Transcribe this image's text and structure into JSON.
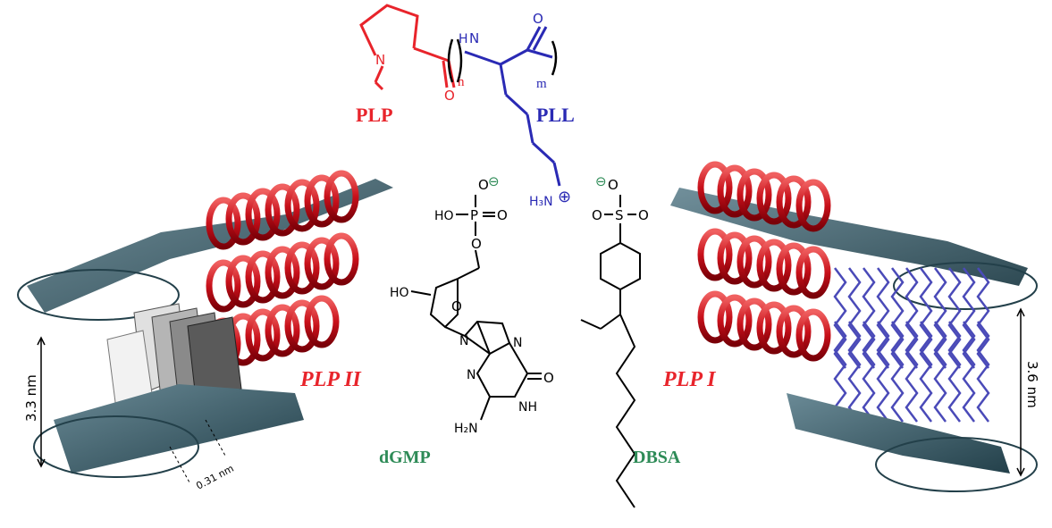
{
  "colors": {
    "plp": "#e8242b",
    "pll": "#2a2ab4",
    "green": "#2e8b57",
    "black": "#000000",
    "helix": "#c8101a",
    "sheet": "#3a5a66"
  },
  "polymer": {
    "plp_label": "PLP",
    "pll_label": "PLL",
    "n_sub": "n",
    "m_sub": "m",
    "atoms": {
      "N": "N",
      "O": "O",
      "NH": "H",
      "NH_N": "N",
      "H3N": "H₃N",
      "charge_plus": "⊕"
    }
  },
  "dgmp": {
    "label": "dGMP",
    "atoms": {
      "O_minus": "O",
      "minus": "⊖",
      "HO_P": "HO",
      "P": "P",
      "O_eq": "O",
      "O_link": "O",
      "HO": "HO",
      "O_ring": "O",
      "N9": "N",
      "N7": "N",
      "N3": "N",
      "NH": "NH",
      "O6": "O",
      "H2N": "H₂N"
    }
  },
  "dbsa": {
    "label": "DBSA",
    "atoms": {
      "O_minus": "O",
      "minus": "⊖",
      "S": "S",
      "O_left": "O",
      "O_right": "O"
    }
  },
  "phases": {
    "left": "PLP II",
    "right": "PLP I"
  },
  "dimensions": {
    "left_spacing": "3.3 nm",
    "left_stack": "0.31 nm",
    "right_spacing": "3.6 nm"
  }
}
